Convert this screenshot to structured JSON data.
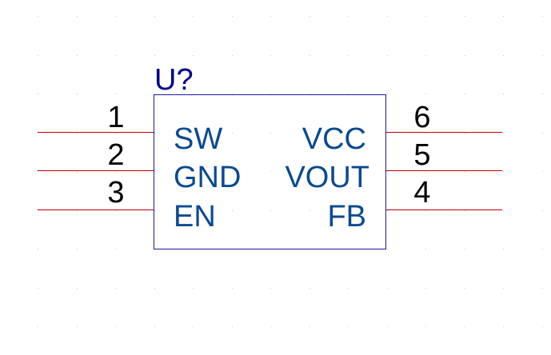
{
  "component": {
    "reference": "U?",
    "left_pins": [
      {
        "number": "1",
        "name": "SW"
      },
      {
        "number": "2",
        "name": "GND"
      },
      {
        "number": "3",
        "name": "EN"
      }
    ],
    "right_pins": [
      {
        "number": "6",
        "name": "VCC"
      },
      {
        "number": "5",
        "name": "VOUT"
      },
      {
        "number": "4",
        "name": "FB"
      }
    ]
  },
  "colors": {
    "body_outline": "#1a1aa0",
    "reference_text": "#00008b",
    "pin_name_text": "#0b4a8f",
    "pin_number_text": "#000000",
    "wire": "#c00000",
    "grid_dot": "#c8c8c8",
    "background": "#ffffff"
  }
}
